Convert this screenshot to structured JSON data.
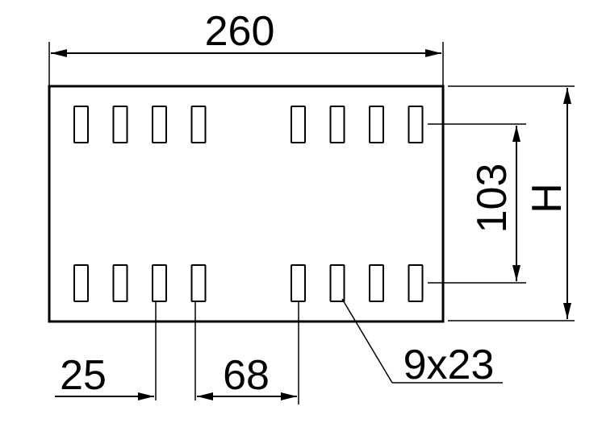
{
  "drawing": {
    "dimensions": {
      "width_label": "260",
      "height_label": "H",
      "slot_spacing_label": "103",
      "left_offset_label": "25",
      "gap_label": "68",
      "slot_size_label": "9x23"
    },
    "slots_per_group": 4,
    "slot_groups": [
      "top-left",
      "top-right",
      "bottom-left",
      "bottom-right"
    ]
  }
}
